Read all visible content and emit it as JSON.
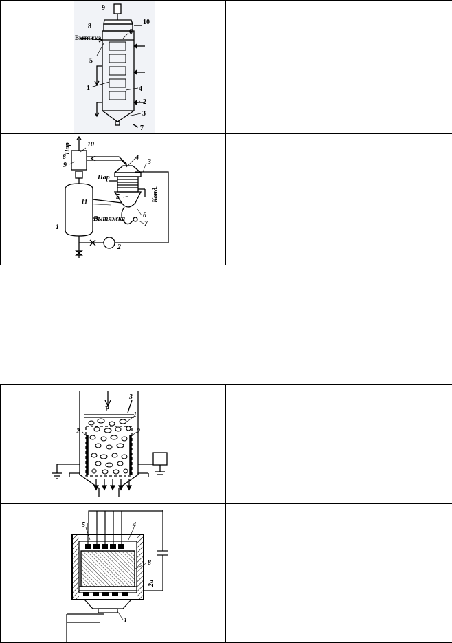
{
  "fig1": {
    "vytyazhka": "Вытяжка",
    "labels": [
      "9",
      "10",
      "8",
      "6",
      "5",
      "1",
      "4",
      "2",
      "3",
      "7"
    ]
  },
  "fig2": {
    "par_top": "Пар",
    "par_side": "Пар",
    "kond": "Конд.",
    "vytyazhka": "Вытяжка",
    "labels": [
      "10",
      "8",
      "9",
      "4",
      "3",
      "5",
      "11",
      "6",
      "7",
      "1",
      "2"
    ]
  },
  "fig3": {
    "p": "P",
    "labels": [
      "3",
      "1",
      "2",
      "2"
    ]
  },
  "fig4": {
    "labels": [
      "5",
      "4",
      "8",
      "1",
      "2a"
    ]
  }
}
